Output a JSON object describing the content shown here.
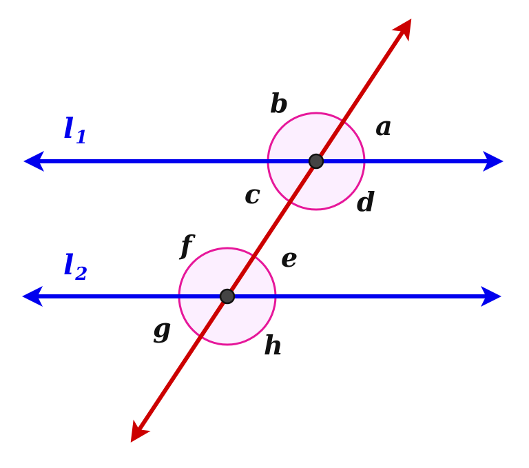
{
  "colors": {
    "parallel_line": "#0000ee",
    "transversal": "#cc0000",
    "angle_arc": "#e6179a",
    "angle_fill": "#fcefff",
    "point_fill": "#444444",
    "point_stroke": "#111111",
    "label_text": "#111111"
  },
  "lines": {
    "l1": {
      "letter": "l",
      "subscript": "1"
    },
    "l2": {
      "letter": "l",
      "subscript": "2"
    }
  },
  "angles": {
    "a": "a",
    "b": "b",
    "c": "c",
    "d": "d",
    "e": "e",
    "f": "f",
    "g": "g",
    "h": "h"
  }
}
